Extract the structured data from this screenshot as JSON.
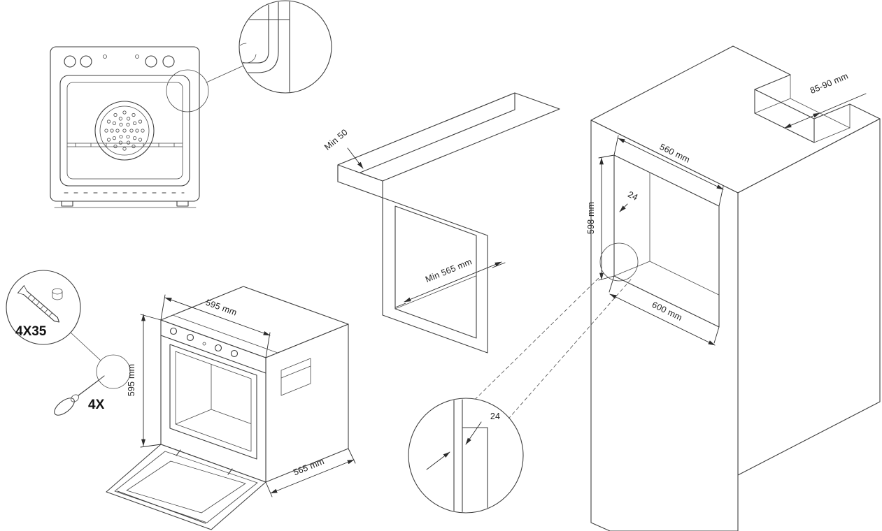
{
  "colors": {
    "background": "#ffffff",
    "line": "#3f3f3f",
    "dimension": "#2b2b2b",
    "text": "#1f1f1f"
  },
  "diagram": {
    "fasteners": {
      "screw_spec": "4X35",
      "screw_qty": "4X"
    },
    "oven": {
      "width": "595 mm",
      "height": "595 mm",
      "depth": "565 mm"
    },
    "worktop": {
      "min_rear_clearance": "Min 50",
      "min_depth": "Min 565 mm"
    },
    "tall_cabinet": {
      "niche_width": "560 mm",
      "niche_height": "598 mm",
      "niche_bottom_width": "600 mm",
      "flange_overlap": "24",
      "top_vent_gap": "85-90 mm"
    },
    "corner_detail": {
      "flange_overlap": "24"
    }
  }
}
